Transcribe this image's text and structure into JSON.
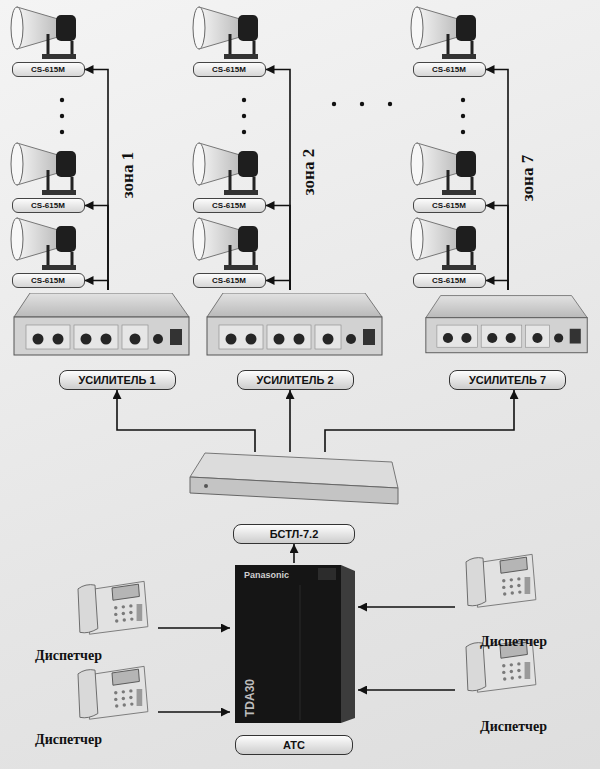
{
  "diagram": {
    "nodes": [
      {
        "text": [
          "CS-615M"
        ]
      },
      {
        "text": [
          "CS-615M"
        ]
      },
      {
        "text": [
          "CS-615M"
        ]
      },
      {
        "text": [
          "CS-615M"
        ]
      },
      {
        "text": [
          "CS-615M"
        ]
      },
      {
        "text": [
          "CS-615M"
        ]
      },
      {
        "text": [
          "CS-615M"
        ]
      },
      {
        "text": [
          "CS-615M"
        ]
      },
      {
        "text": [
          "CS-615M"
        ]
      },
      {
        "text": [
          "УСИЛИТЕЛЬ 1"
        ]
      },
      {
        "text": [
          "УСИЛИТЕЛЬ 2"
        ]
      },
      {
        "text": [
          "УСИЛИТЕЛЬ 7"
        ]
      },
      {
        "text": [
          "БСТЛ-7.2"
        ]
      },
      {
        "text": [
          "АТС"
        ]
      },
      {
        "text": [
          "Диспетчер"
        ]
      },
      {
        "text": [
          "Диспетчер"
        ]
      },
      {
        "text": [
          "Диспетчер"
        ]
      },
      {
        "text": [
          "Диспетчер"
        ]
      }
    ],
    "edges": [
      {
        "from": 9,
        "to": 0,
        "arrow": "to",
        "label": "зона 1"
      },
      {
        "from": 9,
        "to": 3,
        "arrow": "to"
      },
      {
        "from": 9,
        "to": 6,
        "arrow": "to"
      },
      {
        "from": 10,
        "to": 1,
        "arrow": "to",
        "label": "зона 2"
      },
      {
        "from": 10,
        "to": 4,
        "arrow": "to"
      },
      {
        "from": 10,
        "to": 7,
        "arrow": "to"
      },
      {
        "from": 11,
        "to": 2,
        "arrow": "to",
        "label": "зона 7"
      },
      {
        "from": 11,
        "to": 5,
        "arrow": "to"
      },
      {
        "from": 11,
        "to": 8,
        "arrow": "to"
      },
      {
        "from": 12,
        "to": 9,
        "arrow": "to"
      },
      {
        "from": 12,
        "to": 10,
        "arrow": "to"
      },
      {
        "from": 12,
        "to": 11,
        "arrow": "to"
      },
      {
        "from": 13,
        "to": 12,
        "arrow": "to"
      },
      {
        "from": 14,
        "to": 13,
        "arrow": "to"
      },
      {
        "from": 15,
        "to": 13,
        "arrow": "to"
      },
      {
        "from": 16,
        "to": 13,
        "arrow": "to"
      },
      {
        "from": 17,
        "to": 13,
        "arrow": "to"
      }
    ],
    "labels": [
      "Panasonic",
      "TDA30"
    ]
  }
}
